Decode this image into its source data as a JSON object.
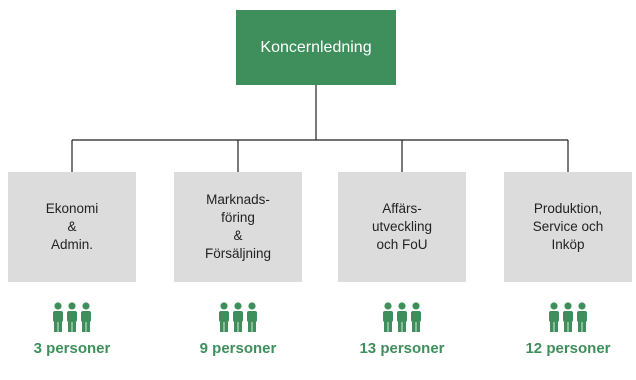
{
  "top": {
    "label": "Koncernledning"
  },
  "departments": [
    {
      "label": "Ekonomi\n&\nAdmin.",
      "count": "3 personer",
      "icon": "people-icon"
    },
    {
      "label": "Marknads-\nföring\n&\nFörsäljning",
      "count": "9 personer",
      "icon": "people-icon"
    },
    {
      "label": "Affärs-\nutveckling\noch FoU",
      "count": "13 personer",
      "icon": "people-icon"
    },
    {
      "label": "Produktion,\nService och\nInköp",
      "count": "12 personer",
      "icon": "people-icon"
    }
  ],
  "colors": {
    "accent": "#3f8f5c",
    "box": "#dcdcdc",
    "line": "#222222"
  }
}
